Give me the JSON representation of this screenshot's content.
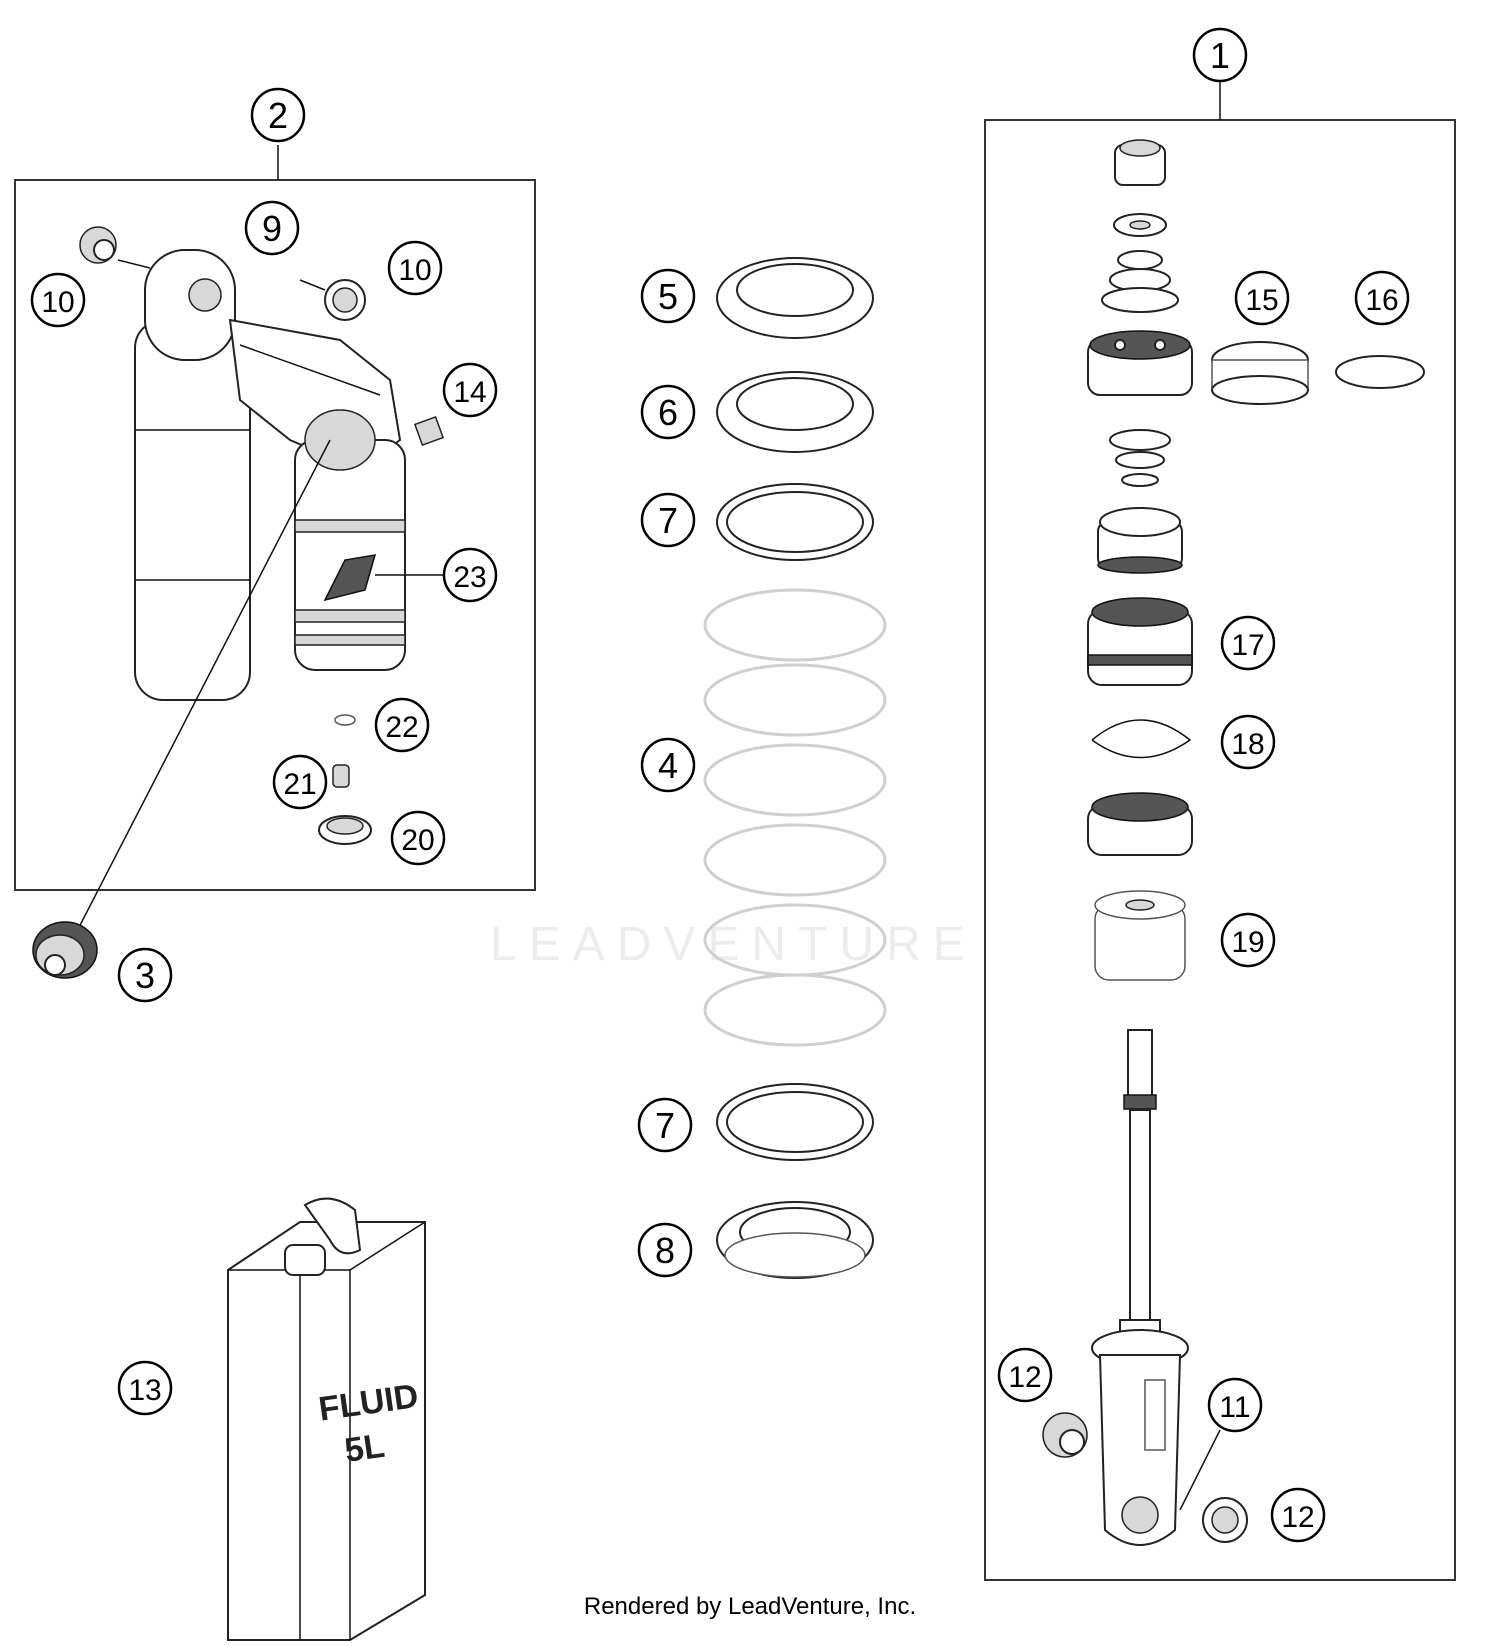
{
  "watermark": "LEADVENTURE",
  "credit": "Rendered by LeadVenture, Inc.",
  "fluid_can": {
    "line1": "FLUID",
    "line2": "5L"
  },
  "callouts": {
    "c1": "1",
    "c2": "2",
    "c3": "3",
    "c4": "4",
    "c5": "5",
    "c6": "6",
    "c7a": "7",
    "c7b": "7",
    "c8": "8",
    "c9": "9",
    "c10a": "10",
    "c10b": "10",
    "c11": "11",
    "c12a": "12",
    "c12b": "12",
    "c13": "13",
    "c14": "14",
    "c15": "15",
    "c16": "16",
    "c17": "17",
    "c18": "18",
    "c19": "19",
    "c20": "20",
    "c21": "21",
    "c22": "22",
    "c23": "23"
  }
}
